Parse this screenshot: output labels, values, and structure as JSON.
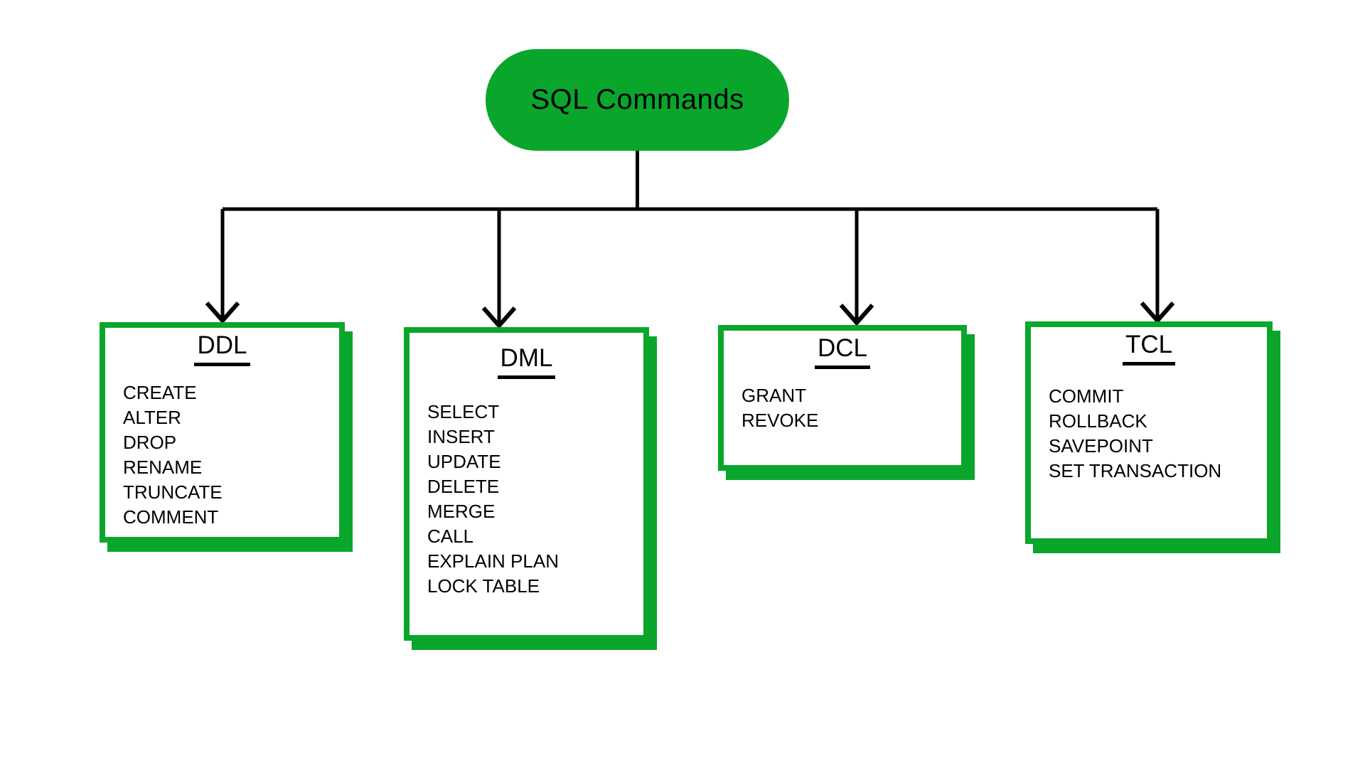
{
  "diagram_title": "SQL Commands",
  "colors": {
    "node_green": "#0aa62c",
    "connector_black": "#000000",
    "text_black": "#000000",
    "background_white": "#ffffff"
  },
  "root": {
    "label": "SQL Commands"
  },
  "nodes": [
    {
      "id": "ddl",
      "header": "DDL",
      "commands": [
        "CREATE",
        "ALTER",
        "DROP",
        "RENAME",
        "TRUNCATE",
        "COMMENT"
      ]
    },
    {
      "id": "dml",
      "header": "DML",
      "commands": [
        "SELECT",
        "INSERT",
        "UPDATE",
        "DELETE",
        "MERGE",
        "CALL",
        "EXPLAIN PLAN",
        "LOCK TABLE"
      ]
    },
    {
      "id": "dcl",
      "header": "DCL",
      "commands": [
        "GRANT",
        "REVOKE"
      ]
    },
    {
      "id": "tcl",
      "header": "TCL",
      "commands": [
        "COMMIT",
        "ROLLBACK",
        "SAVEPOINT",
        "SET TRANSACTION"
      ]
    }
  ]
}
